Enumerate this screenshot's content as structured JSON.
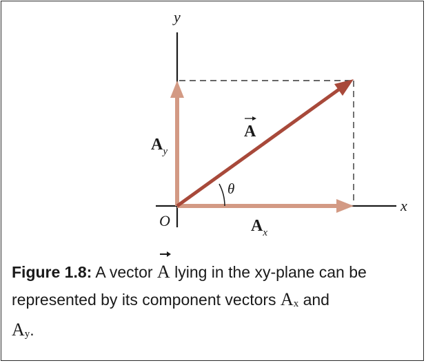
{
  "diagram": {
    "axis_x_label": "x",
    "axis_y_label": "y",
    "origin_label": "O",
    "angle_label": "θ",
    "vector_label": "A",
    "component_x": {
      "base": "A",
      "sub": "x"
    },
    "component_y": {
      "base": "A",
      "sub": "y"
    }
  },
  "caption": {
    "figure_label": "Figure 1.8:",
    "part1": " A vector ",
    "vector_symbol": "A",
    "part2": " lying in the xy-plane can be represented by its component vectors ",
    "comp_x_base": "A",
    "comp_x_sub": "x",
    "part3": " and ",
    "comp_y_base": "A",
    "comp_y_sub": "y",
    "part4": "."
  },
  "colors": {
    "vector": "#a8493a",
    "component": "#d39a84",
    "axis": "#1a1a1a",
    "dashed": "#333333"
  }
}
